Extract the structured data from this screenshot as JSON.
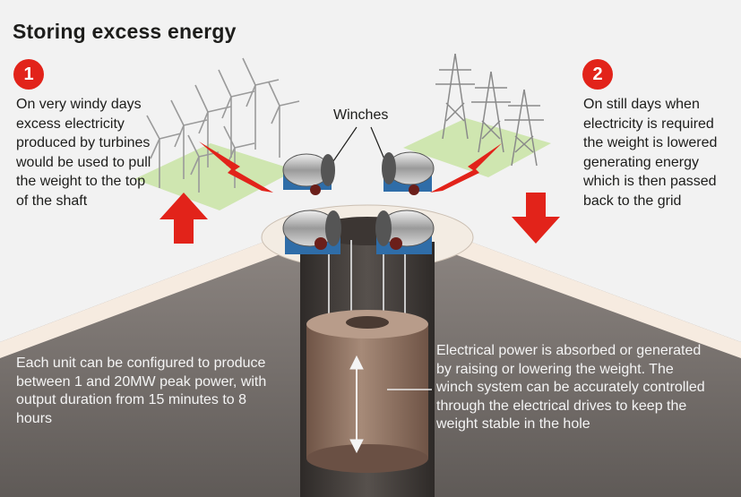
{
  "title": "Storing excess energy",
  "steps": [
    {
      "number": "1",
      "text": "On very windy days excess electricity produced by turbines would be used to pull the weight to the top of the shaft"
    },
    {
      "number": "2",
      "text": "On still days when electricity is required the weight is lowered generating energy which is then passed back to the grid"
    }
  ],
  "labels": {
    "winches": "Winches"
  },
  "notes": {
    "left": "Each unit can be configured to produce between 1 and 20MW peak power, with output duration from 15 minutes to 8 hours",
    "right": "Electrical power is absorbed or generated by raising or lowering the weight. The winch system can be accurately controlled through the electrical drives to keep the weight stable in the hole"
  },
  "colors": {
    "accent_red": "#e2231a",
    "ground": "#6e6965",
    "grass": "#cfe6b0",
    "weight": "#8c6f5d"
  }
}
